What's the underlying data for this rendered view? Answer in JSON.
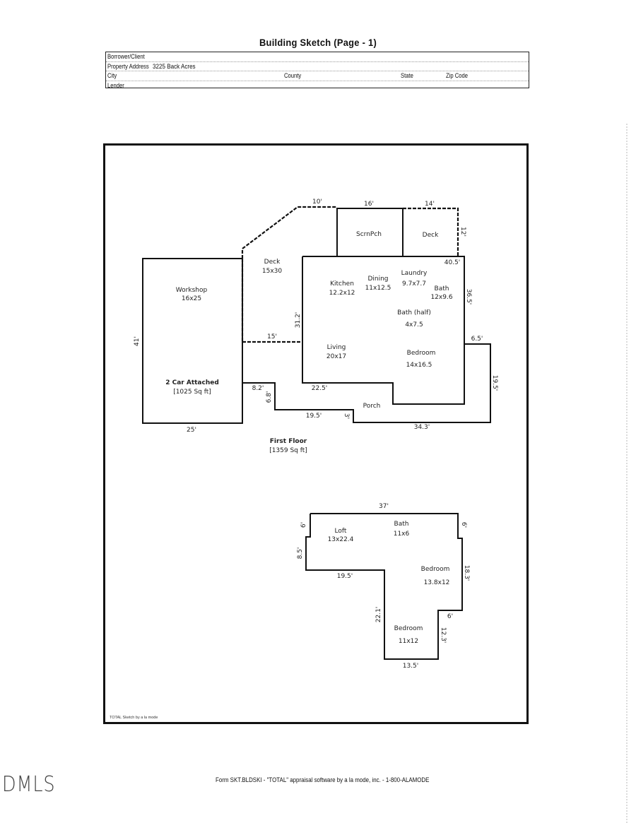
{
  "document": {
    "title": "Building Sketch (Page - 1)"
  },
  "header_form": {
    "borrower_label": "Borrower/Client",
    "borrower_value": "",
    "property_address_label": "Property Address",
    "property_address_value": "3225 Back Acres",
    "city_label": "City",
    "county_label": "County",
    "state_label": "State",
    "zip_label": "Zip Code",
    "lender_label": "Lender"
  },
  "sketch": {
    "credit": "TOTAL Sketch by a la mode",
    "first_floor": {
      "label": "First Floor",
      "area": "[1359 Sq ft]",
      "rooms": [
        {
          "name": "Workshop",
          "dims": "16x25"
        },
        {
          "name": "Deck",
          "dims": "15x30"
        },
        {
          "name": "ScrnPch",
          "dims": ""
        },
        {
          "name": "Deck",
          "dims": ""
        },
        {
          "name": "Kitchen",
          "dims": "12.2x12"
        },
        {
          "name": "Dining",
          "dims": "11x12.5"
        },
        {
          "name": "Laundry",
          "dims": "9.7x7.7"
        },
        {
          "name": "Bath",
          "dims": "12x9.6"
        },
        {
          "name": "Bath (half)",
          "dims": "4x7.5"
        },
        {
          "name": "Living",
          "dims": "20x17"
        },
        {
          "name": "Bedroom",
          "dims": "14x16.5"
        },
        {
          "name": "Porch",
          "dims": ""
        }
      ],
      "garage": {
        "name": "2 Car Attached",
        "area": "[1025 Sq ft]"
      },
      "dimensions": {
        "deck_top": "10'",
        "scrnpch_top": "16'",
        "deck2_top": "14'",
        "deck2_side": "12'",
        "house_top": "40.5'",
        "house_right": "36.5'",
        "deck_inner": "31.2'",
        "deck_bottom": "15'",
        "garage_left": "41'",
        "garage_bottom": "25'",
        "step1": "8.2'",
        "step1_v": "6.8'",
        "living_bottom": "22.5'",
        "step2": "19.5'",
        "step2_v": "3'",
        "porch_bottom": "34.3'",
        "porch_right": "19.5'",
        "porch_top": "6.5'"
      }
    },
    "second_floor": {
      "rooms": [
        {
          "name": "Loft",
          "dims": "13x22.4"
        },
        {
          "name": "Bath",
          "dims": "11x6"
        },
        {
          "name": "Bedroom",
          "dims": "13.8x12"
        },
        {
          "name": "Bedroom",
          "dims": "11x12"
        }
      ],
      "dimensions": {
        "top": "37'",
        "left_top": "6'",
        "left_mid": "8.5'",
        "loft_bottom": "19.5'",
        "right_top": "6'",
        "right_mid": "18.3'",
        "inner_v": "22.1'",
        "step": "6'",
        "step_v": "12.3'",
        "bottom": "13.5'"
      }
    }
  },
  "footer": {
    "form_line": "Form SKT.BLDSKI - \"TOTAL\" appraisal software by a la mode, inc. - 1-800-ALAMODE",
    "watermark": "DMLS"
  }
}
